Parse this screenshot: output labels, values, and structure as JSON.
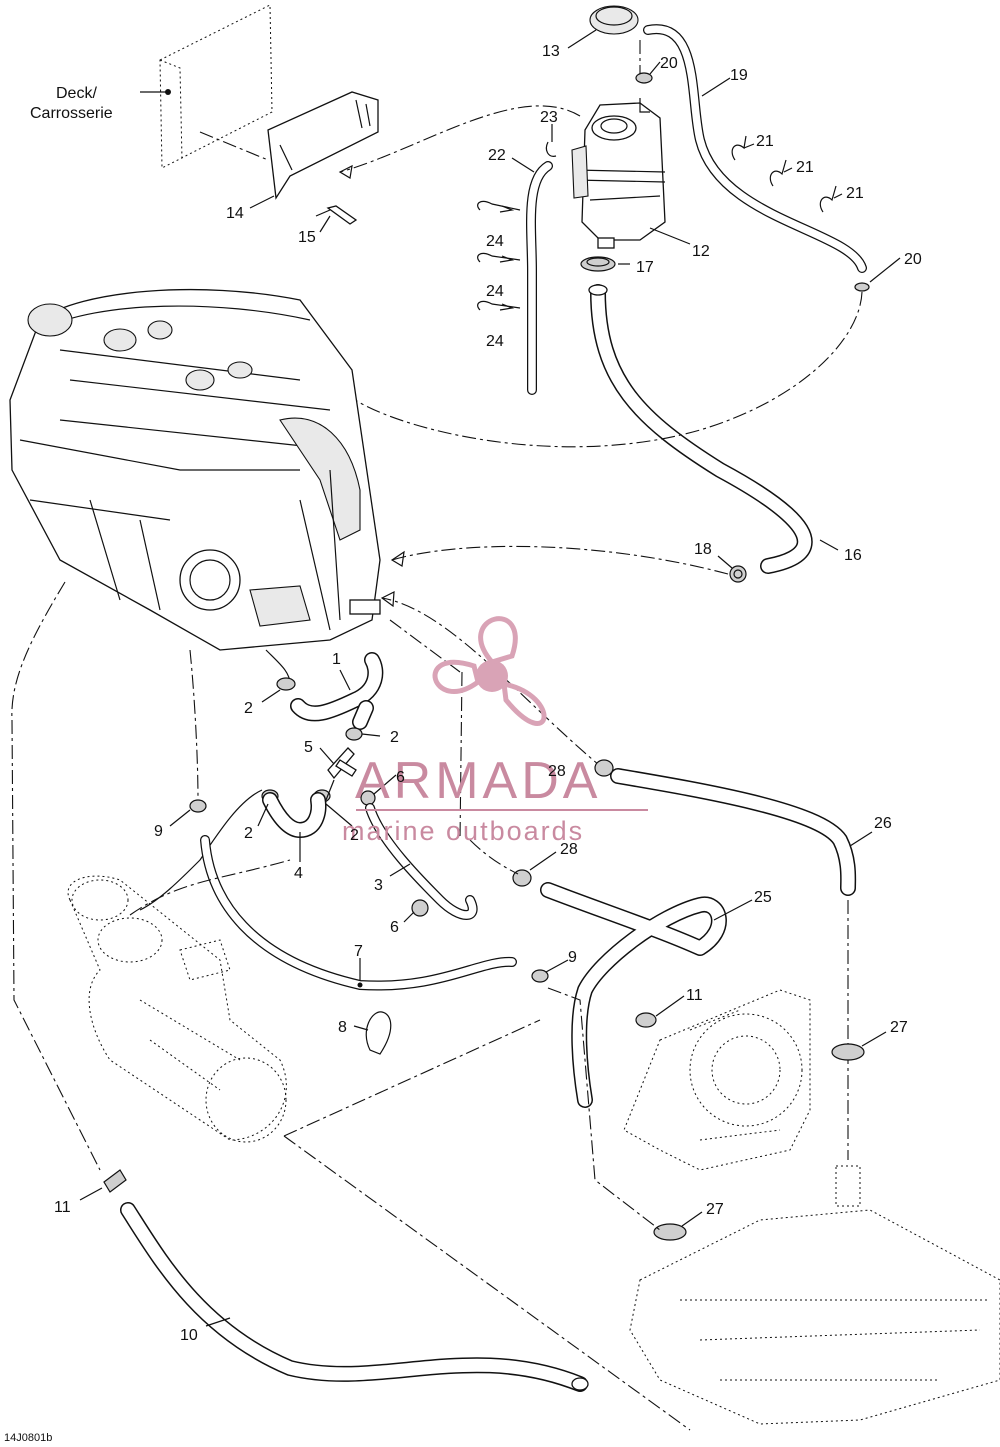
{
  "callouts": [
    "1",
    "2",
    "2",
    "2",
    "2",
    "3",
    "4",
    "5",
    "6",
    "6",
    "7",
    "8",
    "9",
    "9",
    "10",
    "11",
    "11",
    "12",
    "13",
    "14",
    "15",
    "16",
    "17",
    "18",
    "19",
    "20",
    "20",
    "21",
    "21",
    "21",
    "22",
    "23",
    "24",
    "24",
    "24",
    "25",
    "26",
    "27",
    "27",
    "28",
    "28"
  ],
  "deck_label": [
    "Deck/",
    "Carrosserie"
  ],
  "figure_ref": "14J0801b",
  "watermark": {
    "brand": "ARMADA",
    "tagline": "marine outboards",
    "color": "#c98aa0"
  },
  "colors": {
    "line": "#111111",
    "background": "#ffffff"
  }
}
